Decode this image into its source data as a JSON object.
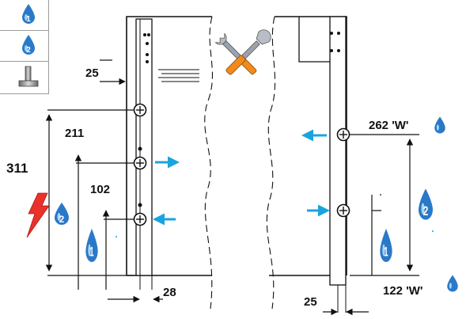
{
  "legend": [
    {
      "icon": "water-drop-1-icon",
      "number": "1"
    },
    {
      "icon": "water-drop-2-icon",
      "number": "2"
    },
    {
      "icon": "wall-support-icon"
    }
  ],
  "dimensions": {
    "left_offset": "25",
    "height_total": "311",
    "height_outlet": "211",
    "height_inlet": "102",
    "left_spacing": "28",
    "right_upper": "262 'W'",
    "right_lower": "122 'W'",
    "right_spacing": "25"
  },
  "markers": {
    "left_drop_2": "2",
    "left_drop_1": "1",
    "right_drop_2": "2",
    "right_drop_1": "1"
  },
  "colors": {
    "drop_blue": "#2a79c8",
    "flow_arrow": "#1aa3e0",
    "lightning": "#e8322a",
    "line": "#111111"
  }
}
